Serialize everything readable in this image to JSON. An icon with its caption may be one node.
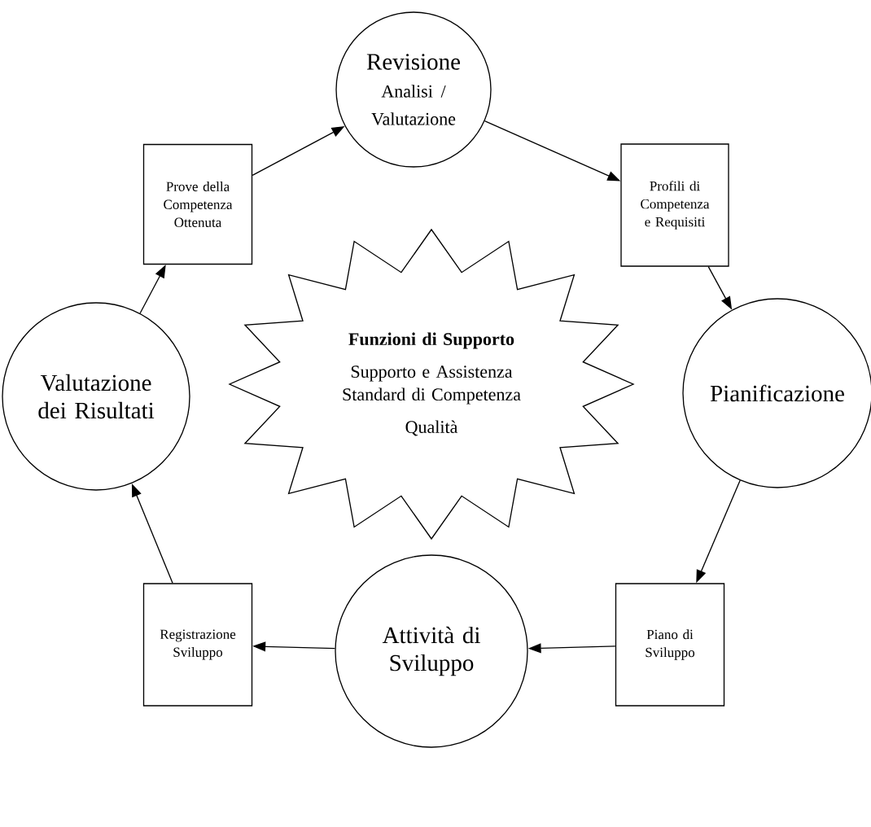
{
  "diagram": {
    "nodes": [
      {
        "text": [
          "Revisione",
          "Analisi / Valutazione"
        ]
      },
      {
        "text": [
          "Profili di Competenza e Requisiti"
        ]
      },
      {
        "text": [
          "Pianificazione"
        ]
      },
      {
        "text": [
          "Piano di Sviluppo"
        ]
      },
      {
        "text": [
          "Attività di Sviluppo"
        ]
      },
      {
        "text": [
          "Registrazione Sviluppo"
        ]
      },
      {
        "text": [
          "Valutazione dei Risultati"
        ]
      },
      {
        "text": [
          "Prove della Competenza Ottenuta"
        ]
      },
      {
        "text": [
          "Funzioni di Supporto",
          "Supporto e Assistenza",
          "Standard di Competenza",
          "Qualità"
        ]
      }
    ],
    "edges": [
      {
        "from": 7,
        "to": 0,
        "arrow": "to"
      },
      {
        "from": 0,
        "to": 1,
        "arrow": "to"
      },
      {
        "from": 1,
        "to": 2,
        "arrow": "to"
      },
      {
        "from": 2,
        "to": 3,
        "arrow": "to"
      },
      {
        "from": 3,
        "to": 4,
        "arrow": "to"
      },
      {
        "from": 4,
        "to": 5,
        "arrow": "to"
      },
      {
        "from": 5,
        "to": 6,
        "arrow": "to"
      },
      {
        "from": 6,
        "to": 7,
        "arrow": "to"
      }
    ]
  }
}
